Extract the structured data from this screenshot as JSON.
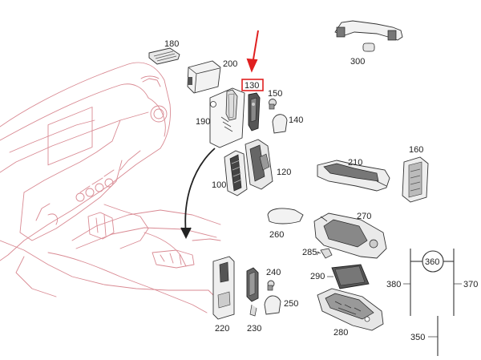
{
  "colors": {
    "dash_outline": "#d98a93",
    "part_line": "#333333",
    "part_fill": "#f4f4f4",
    "part_dark": "#666666",
    "highlight": "#e02020",
    "bracket": "#333333",
    "label": "#222222"
  },
  "callouts": {
    "p100": "100",
    "p120": "120",
    "p130": "130",
    "p140": "140",
    "p150": "150",
    "p160": "160",
    "p180": "180",
    "p190": "190",
    "p200": "200",
    "p210": "210",
    "p220": "220",
    "p230": "230",
    "p240": "240",
    "p250": "250",
    "p260": "260",
    "p270": "270",
    "p280": "280",
    "p285": "285",
    "p290": "290",
    "p300": "300",
    "p350": "350",
    "p360": "360",
    "p370": "370",
    "p380": "380"
  },
  "highlighted_part": "130"
}
